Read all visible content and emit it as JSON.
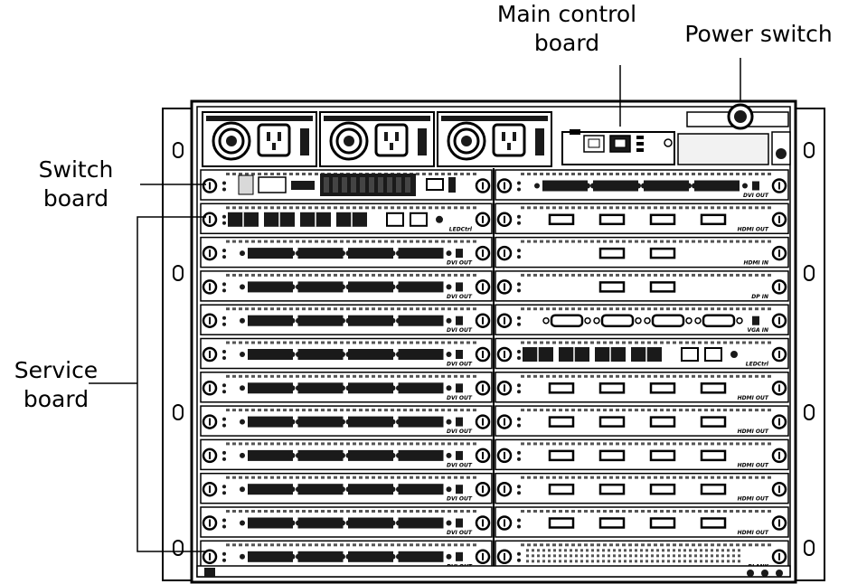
{
  "labels": {
    "main_control_board_line1": "Main control",
    "main_control_board_line2": "board",
    "power_switch": "Power switch",
    "switch_board_line1": "Switch",
    "switch_board_line2": "board",
    "service_board_line1": "Service",
    "service_board_line2": "board"
  },
  "left_column_boards": [
    {
      "type": "switch",
      "tag": ""
    },
    {
      "type": "uplink",
      "tag": "LEDCtrl"
    },
    {
      "type": "dvi",
      "tag": "DVI OUT"
    },
    {
      "type": "dvi",
      "tag": "DVI OUT"
    },
    {
      "type": "dvi",
      "tag": "DVI OUT"
    },
    {
      "type": "dvi",
      "tag": "DVI OUT"
    },
    {
      "type": "dvi",
      "tag": "DVI OUT"
    },
    {
      "type": "dvi",
      "tag": "DVI OUT"
    },
    {
      "type": "dvi",
      "tag": "DVI OUT"
    },
    {
      "type": "dvi",
      "tag": "DVI OUT"
    },
    {
      "type": "dvi",
      "tag": "DVI OUT"
    },
    {
      "type": "dvi",
      "tag": "DVI OUT"
    }
  ],
  "right_column_boards": [
    {
      "type": "dvi",
      "tag": "DVI OUT"
    },
    {
      "type": "hdmi4",
      "tag": "HDMI OUT"
    },
    {
      "type": "hdmi2",
      "tag": "HDMI IN"
    },
    {
      "type": "dp2",
      "tag": "DP IN"
    },
    {
      "type": "vga",
      "tag": "VGA IN"
    },
    {
      "type": "uplink",
      "tag": "LEDCtrl"
    },
    {
      "type": "hdmi4",
      "tag": "HDMI OUT"
    },
    {
      "type": "hdmi4",
      "tag": "HDMI OUT"
    },
    {
      "type": "hdmi4",
      "tag": "HDMI OUT"
    },
    {
      "type": "hdmi4",
      "tag": "HDMI OUT"
    },
    {
      "type": "hdmi4",
      "tag": "HDMI OUT"
    },
    {
      "type": "blank",
      "tag": "BLANK"
    }
  ],
  "power_supply_count": 3,
  "colors": {
    "line": "#000000",
    "frame_fill": "#ffffff",
    "dark": "#1a1a1a",
    "mid": "#555555",
    "light": "#d9d9d9"
  }
}
